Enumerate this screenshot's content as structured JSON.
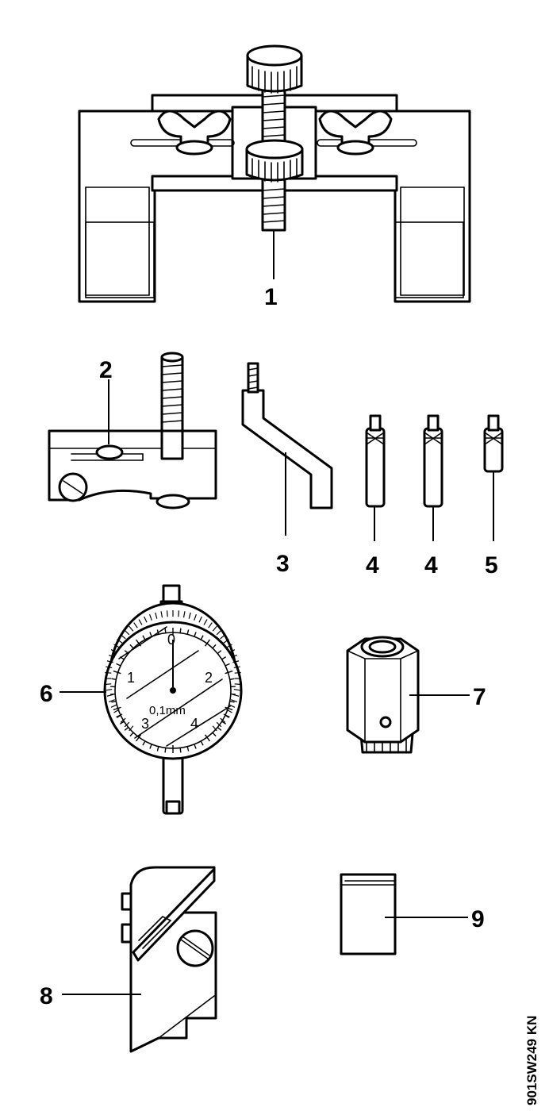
{
  "callouts": {
    "c1": "1",
    "c2": "2",
    "c3": "3",
    "c4a": "4",
    "c4b": "4",
    "c5": "5",
    "c6": "6",
    "c7": "7",
    "c8": "8",
    "c9": "9"
  },
  "dial": {
    "n0": "0",
    "n1": "1",
    "n2": "2",
    "n3": "3",
    "n4": "4",
    "unit": "0,1mm"
  },
  "reference_code": "901SW249 KN",
  "colors": {
    "ink": "#000000",
    "paper": "#ffffff"
  }
}
